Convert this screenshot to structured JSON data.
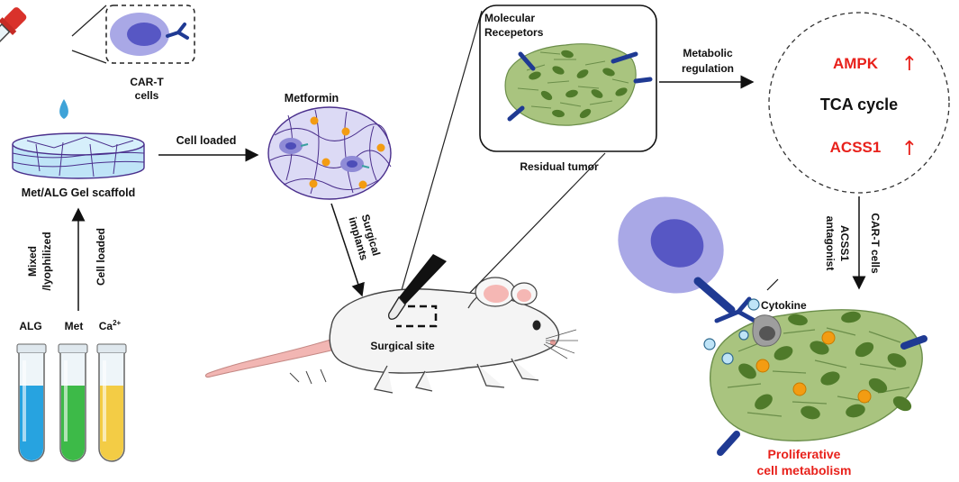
{
  "labels": {
    "cart_cells_line1": "CAR-T",
    "cart_cells_line2": "cells",
    "scaffold": "Met/ALG Gel scaffold",
    "mixed_line1": "Mixed",
    "mixed_line2": "/lyophilized",
    "cell_loaded_vertical": "Cell loaded",
    "tube_alg": "ALG",
    "tube_met": "Met",
    "tube_ca_base": "Ca",
    "tube_ca_sup": "2+",
    "cell_loaded_arrow": "Cell loaded",
    "metformin": "Metformin",
    "surgical_line1": "Surgical",
    "surgical_line2": "implants",
    "surgical_site": "Surgical site",
    "molecular_line1": "Molecular",
    "molecular_line2": "Recepetors",
    "residual_tumor": "Residual tumor",
    "metabolic_line1": "Metabolic",
    "metabolic_line2": "regulation",
    "ampk": "AMPK",
    "tca_cycle": "TCA cycle",
    "acss1": "ACSS1",
    "up_arrow": "↑",
    "acss1_antagonist_line1": "ACSS1",
    "acss1_antagonist_line2": "antagonist",
    "cart_cells_vertical": "CAR-T cells",
    "cytokine": "Cytokine",
    "proliferative_line1": "Proliferative",
    "proliferative_line2": "cell metabolism"
  },
  "colors": {
    "highlight_red": "#e8211b",
    "tumor_green": "#a9c47f",
    "nucleus_green": "#4f7a2a",
    "receptor_blue": "#1f3a93",
    "cell_purple": "#9b9be0",
    "alg_blue": "#27a3e0",
    "met_green": "#3dba48",
    "ca_yellow": "#f3cc45",
    "metformin_orange": "#f39c12"
  }
}
